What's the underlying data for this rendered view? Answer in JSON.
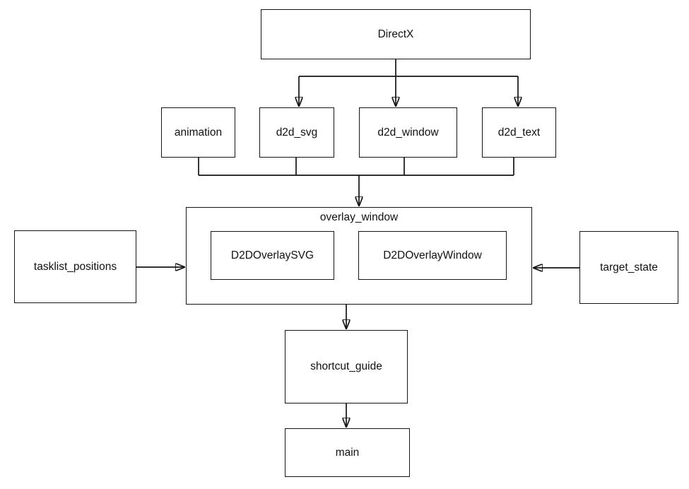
{
  "diagram": {
    "nodes": {
      "directx": {
        "label": "DirectX"
      },
      "animation": {
        "label": "animation"
      },
      "d2d_svg": {
        "label": "d2d_svg"
      },
      "d2d_window": {
        "label": "d2d_window"
      },
      "d2d_text": {
        "label": "d2d_text"
      },
      "overlay_window": {
        "label": "overlay_window"
      },
      "d2d_overlay_svg": {
        "label": "D2DOverlaySVG"
      },
      "d2d_overlay_window": {
        "label": "D2DOverlayWindow"
      },
      "tasklist_positions": {
        "label": "tasklist_positions"
      },
      "target_state": {
        "label": "target_state"
      },
      "shortcut_guide": {
        "label": "shortcut_guide"
      },
      "main": {
        "label": "main"
      }
    },
    "containment": [
      {
        "parent": "overlay_window",
        "children": [
          "D2DOverlaySVG",
          "D2DOverlayWindow"
        ]
      }
    ],
    "edges": [
      {
        "from": "DirectX",
        "to": "d2d_svg"
      },
      {
        "from": "DirectX",
        "to": "d2d_window"
      },
      {
        "from": "DirectX",
        "to": "d2d_text"
      },
      {
        "from": "animation",
        "to": "overlay_window"
      },
      {
        "from": "d2d_svg",
        "to": "overlay_window"
      },
      {
        "from": "d2d_window",
        "to": "overlay_window"
      },
      {
        "from": "d2d_text",
        "to": "overlay_window"
      },
      {
        "from": "tasklist_positions",
        "to": "overlay_window"
      },
      {
        "from": "target_state",
        "to": "overlay_window"
      },
      {
        "from": "overlay_window",
        "to": "shortcut_guide"
      },
      {
        "from": "shortcut_guide",
        "to": "main"
      }
    ],
    "colors": {
      "stroke": "#141414",
      "node_fill": "#ffffff",
      "background": "#ffffff",
      "text": "#111111"
    }
  }
}
